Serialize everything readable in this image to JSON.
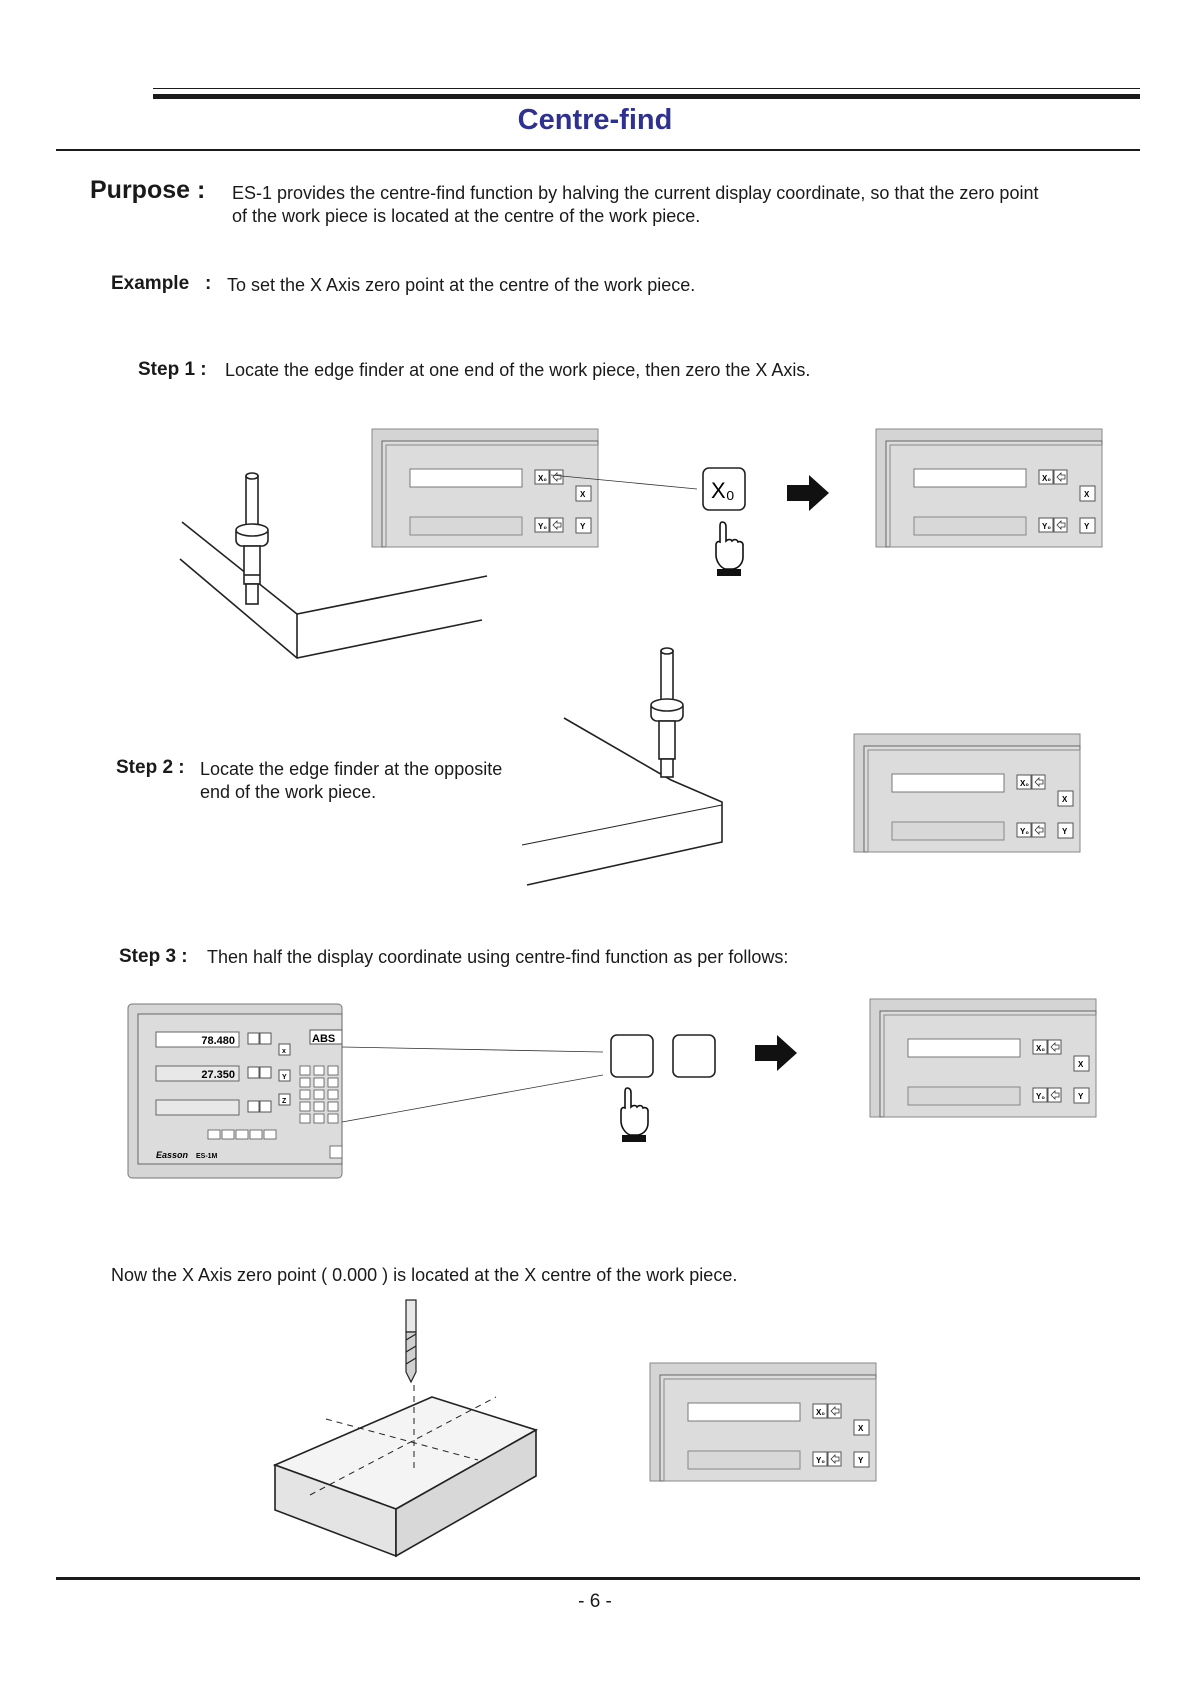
{
  "page": {
    "title": "Centre-find",
    "page_number": "- 6 -"
  },
  "purpose": {
    "label": "Purpose :",
    "text_line1": "ES-1 provides the centre-find function by halving the current display coordinate, so that the zero point",
    "text_line2": "of the work piece is located at the centre of the work piece."
  },
  "example": {
    "label": "Example",
    "colon": ":",
    "text": "To set the X Axis zero point at the centre of the work piece."
  },
  "steps": [
    {
      "label": "Step 1 :",
      "text": "Locate the edge finder at one end of the work piece, then zero the X Axis.",
      "key": "X₀"
    },
    {
      "label": "Step 2 :",
      "text_line1": "Locate the edge finder at the opposite",
      "text_line2": "end of the work piece."
    },
    {
      "label": "Step 3 :",
      "text": "Then half the display coordinate using centre-find function as per follows:",
      "display": {
        "x_value": "78.480",
        "y_value": "27.350",
        "abs_label": "ABS",
        "brand": "Easson",
        "model": "ES-1M"
      }
    }
  ],
  "conclusion": {
    "text": "Now the X Axis zero point ( 0.000 ) is located at the X centre of the work piece."
  },
  "icons": {
    "arrow": "right-arrow-icon",
    "hand": "pointing-hand-icon"
  },
  "colors": {
    "title": "#2e3192",
    "panel_gray": "#d0d0d0",
    "text": "#1a1a1a"
  }
}
